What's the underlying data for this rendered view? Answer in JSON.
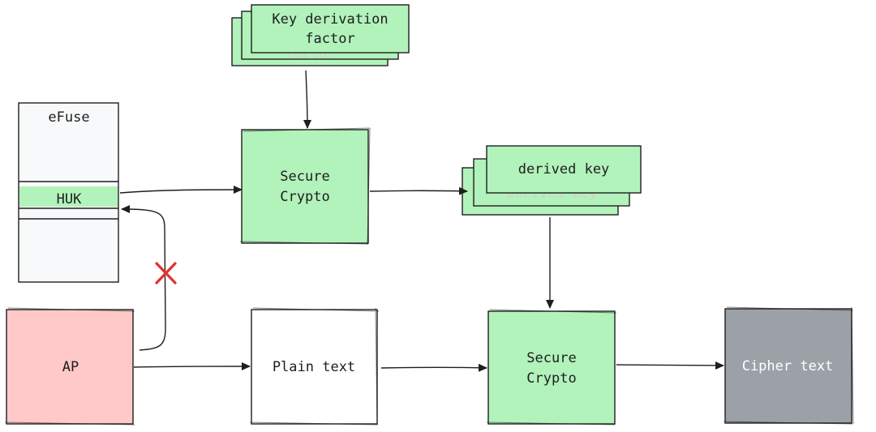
{
  "colors": {
    "green": "#b2f2bb",
    "pink": "#ffc9c9",
    "light_gray": "#f8f9fa",
    "dark_gray": "#9ca1a8",
    "white": "#ffffff",
    "stroke": "#1e1e1e",
    "red_x": "#e03131"
  },
  "nodes": {
    "key_factor": {
      "line1": "Key derivation",
      "line2": "factor",
      "ghost": "factor"
    },
    "efuse": {
      "label": "eFuse"
    },
    "huk": {
      "label": "HUK"
    },
    "secure_crypto_top": {
      "line1": "Secure",
      "line2": "Crypto"
    },
    "derived_key": {
      "label": "derived key",
      "ghost": "derived key"
    },
    "ap": {
      "label": "AP"
    },
    "plain_text": {
      "label": "Plain text"
    },
    "secure_crypto_bottom": {
      "line1": "Secure",
      "line2": "Crypto"
    },
    "cipher_text": {
      "label": "Cipher text"
    }
  },
  "blocked_access": {
    "icon": "cross-icon"
  }
}
